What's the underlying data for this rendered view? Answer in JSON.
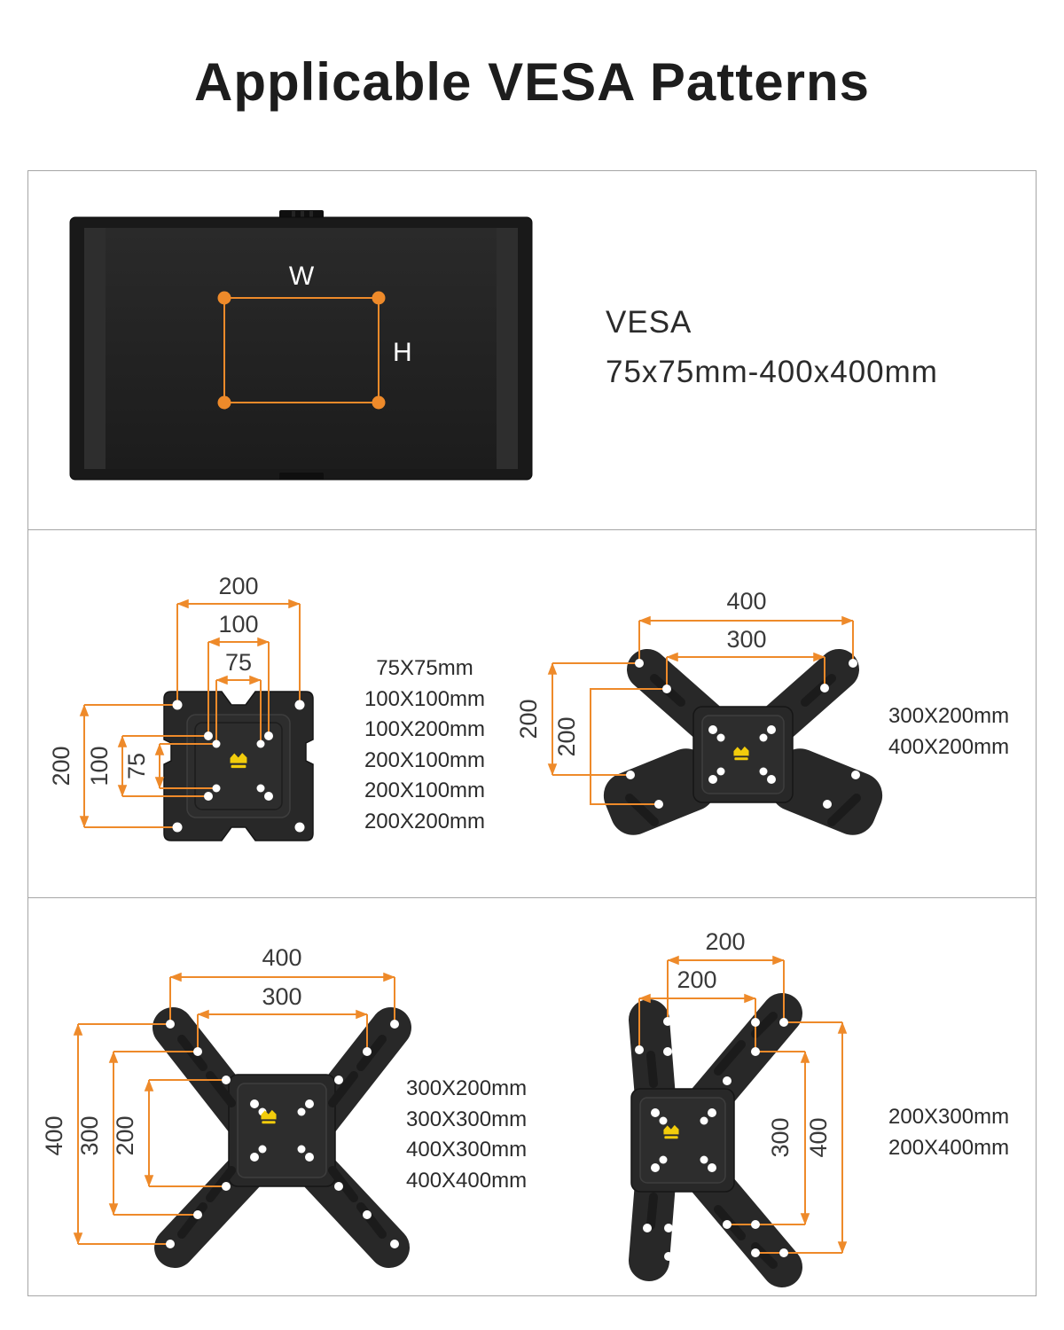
{
  "page": {
    "title": "Applicable VESA Patterns"
  },
  "colors": {
    "accent_orange": "#EE8A2A",
    "plate_black": "#282828",
    "logo_yellow": "#F2CC0C",
    "text_dark": "#2B2B2B",
    "border_gray": "#A6A6A6"
  },
  "icons": {
    "brand_logo": "crown-logo"
  },
  "section_tv": {
    "width_label": "W",
    "height_label": "H",
    "vesa_title": "VESA",
    "vesa_range": "75x75mm-400x400mm"
  },
  "plate_small": {
    "top_dims": [
      "200",
      "100",
      "75"
    ],
    "side_dims": [
      "200",
      "100",
      "75"
    ],
    "sizes": [
      "75X75mm",
      "100X100mm",
      "100X200mm",
      "200X100mm",
      "200X100mm",
      "200X200mm"
    ]
  },
  "plate_wide": {
    "top_dims": [
      "400",
      "300"
    ],
    "side_dims": [
      "200",
      "200"
    ],
    "sizes": [
      "300X200mm",
      "400X200mm"
    ]
  },
  "plate_x": {
    "top_dims": [
      "400",
      "300"
    ],
    "side_dims": [
      "400",
      "300",
      "200"
    ],
    "sizes": [
      "300X200mm",
      "300X300mm",
      "400X300mm",
      "400X400mm"
    ]
  },
  "plate_tall": {
    "top_dims": [
      "200",
      "200"
    ],
    "side_dims": [
      "300",
      "400"
    ],
    "sizes": [
      "200X300mm",
      "200X400mm"
    ]
  }
}
